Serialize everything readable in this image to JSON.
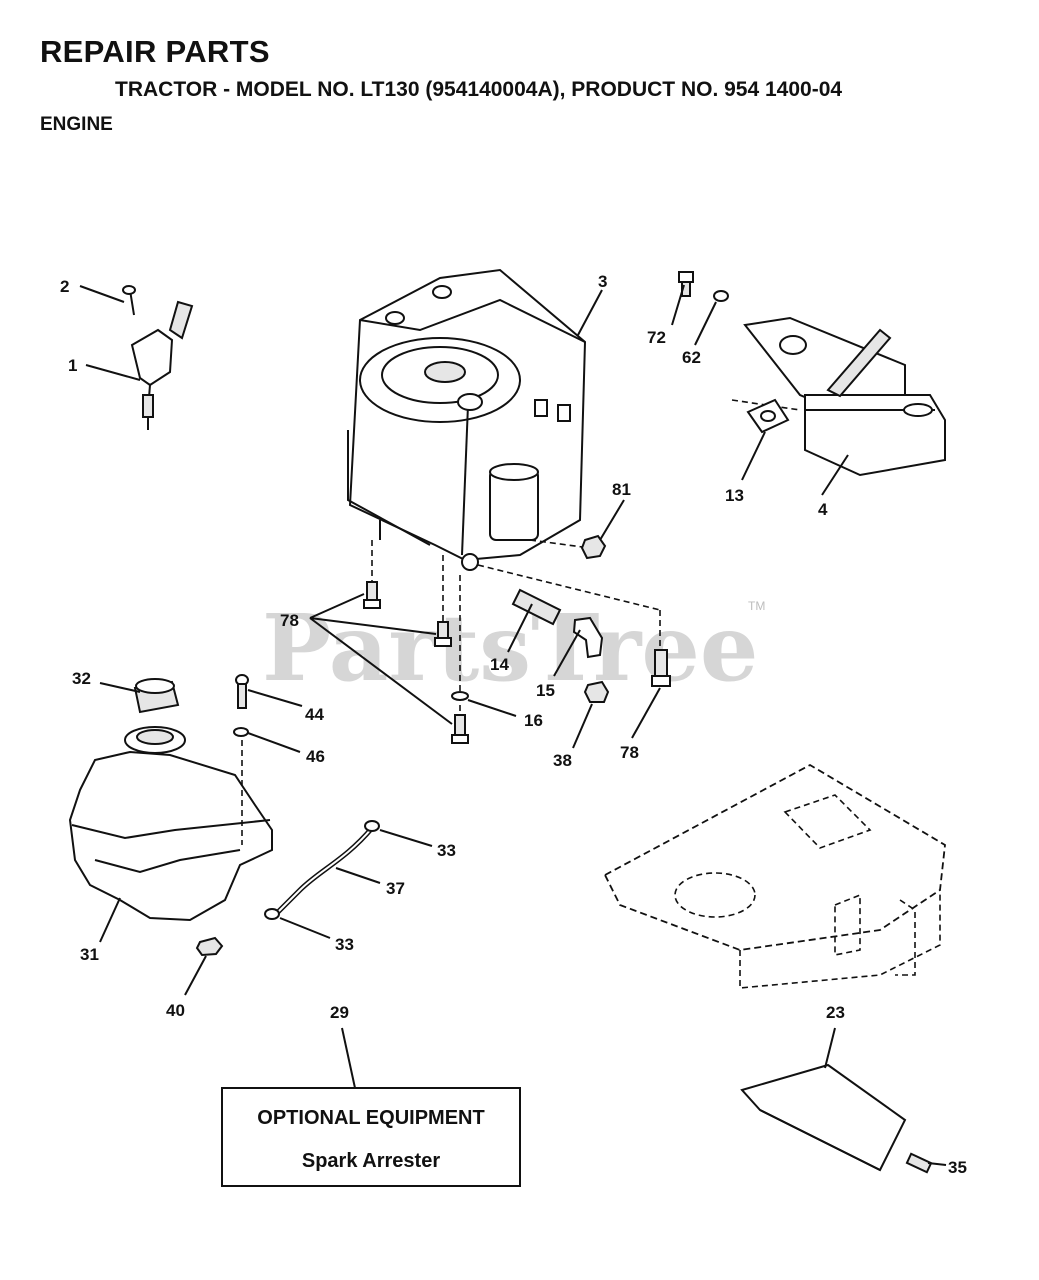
{
  "header": {
    "title": "REPAIR PARTS",
    "subtitle": "TRACTOR - MODEL NO. LT130 (954140004A), PRODUCT NO. 954 1400-04",
    "section": "ENGINE"
  },
  "callouts": {
    "c1": "1",
    "c2": "2",
    "c3": "3",
    "c4": "4",
    "c13": "13",
    "c14": "14",
    "c15": "15",
    "c16": "16",
    "c23": "23",
    "c29": "29",
    "c31": "31",
    "c32": "32",
    "c33a": "33",
    "c33b": "33",
    "c35": "35",
    "c37": "37",
    "c38": "38",
    "c40": "40",
    "c44": "44",
    "c46": "46",
    "c62": "62",
    "c72": "72",
    "c78a": "78",
    "c78b": "78",
    "c81": "81"
  },
  "optional_box": {
    "heading": "OPTIONAL EQUIPMENT",
    "item": "Spark Arrester"
  },
  "watermark": {
    "text": "PartsTree",
    "tm": "TM"
  }
}
